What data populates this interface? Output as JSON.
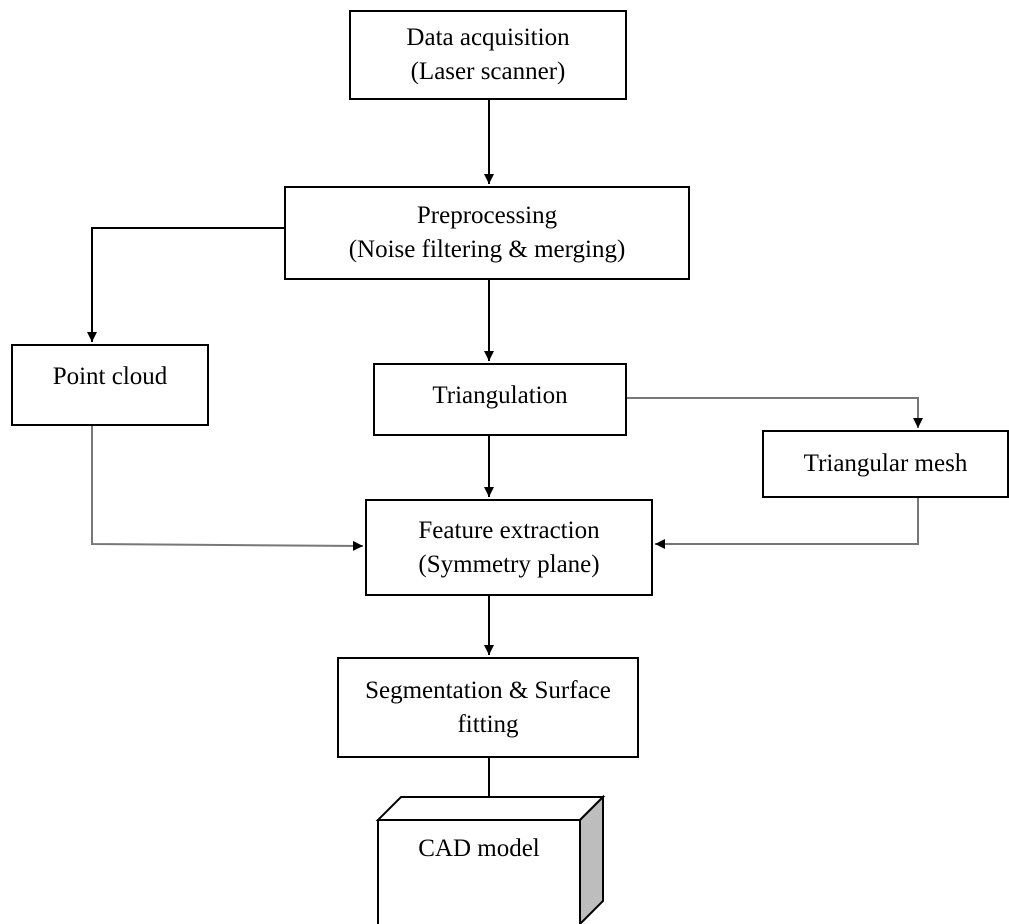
{
  "diagram": {
    "nodes": {
      "data_acquisition": {
        "line1": "Data acquisition",
        "line2": "(Laser scanner)"
      },
      "preprocessing": {
        "line1": "Preprocessing",
        "line2": "(Noise filtering & merging)"
      },
      "point_cloud": {
        "line1": "Point cloud"
      },
      "triangulation": {
        "line1": "Triangulation"
      },
      "triangular_mesh": {
        "line1": "Triangular mesh"
      },
      "feature_extraction": {
        "line1": "Feature extraction",
        "line2": "(Symmetry plane)"
      },
      "segmentation": {
        "line1": "Segmentation & Surface",
        "line2": "fitting"
      },
      "cad_model": {
        "line1": "CAD model"
      }
    },
    "edges": [
      [
        "data_acquisition",
        "preprocessing"
      ],
      [
        "preprocessing",
        "point_cloud"
      ],
      [
        "preprocessing",
        "triangulation"
      ],
      [
        "triangulation",
        "triangular_mesh"
      ],
      [
        "triangulation",
        "feature_extraction"
      ],
      [
        "point_cloud",
        "feature_extraction"
      ],
      [
        "triangular_mesh",
        "feature_extraction"
      ],
      [
        "feature_extraction",
        "segmentation"
      ],
      [
        "segmentation",
        "cad_model"
      ]
    ]
  }
}
